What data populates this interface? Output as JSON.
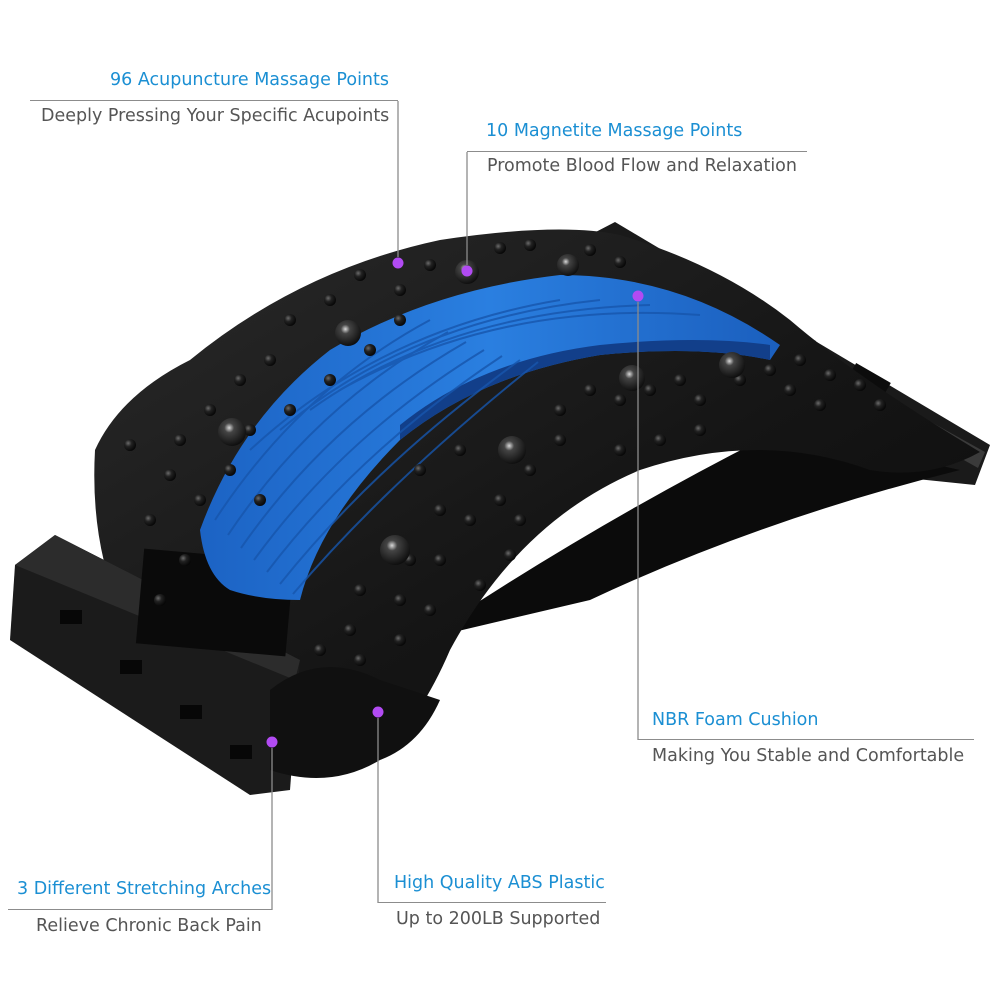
{
  "colors": {
    "accent_text": "#1b8fd3",
    "body_text": "#555555",
    "leader_line": "#8c8c8c",
    "marker": "#b24bf3",
    "board": "#111111",
    "foam": "#1e6fd0"
  },
  "callouts": {
    "acupuncture": {
      "title": "96 Acupuncture Massage Points",
      "subtitle": "Deeply Pressing Your Specific Acupoints"
    },
    "magnetite": {
      "title": "10 Magnetite Massage Points",
      "subtitle": "Promote Blood Flow and Relaxation"
    },
    "foam": {
      "title": "NBR Foam Cushion",
      "subtitle": "Making You Stable and Comfortable"
    },
    "arches": {
      "title": "3 Different Stretching Arches",
      "subtitle": "Relieve Chronic Back Pain"
    },
    "plastic": {
      "title": "High Quality ABS Plastic",
      "subtitle": "Up to 200LB Supported"
    }
  }
}
